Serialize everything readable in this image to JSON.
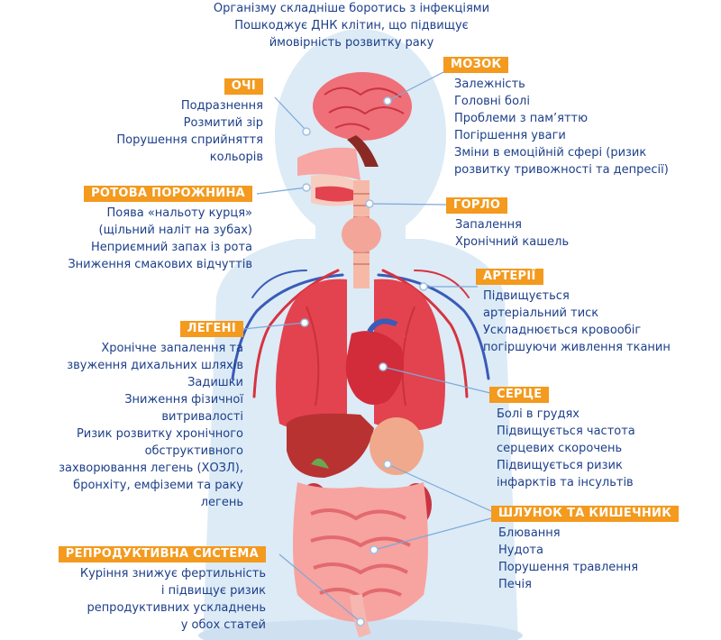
{
  "intro": {
    "lines": [
      "Організму складніше боротись з інфекціями",
      "Пошкоджує ДНК клітин, що підвищує",
      "ймовірність розвитку раку"
    ]
  },
  "colors": {
    "badge": "#f39a1f",
    "text": "#1d3f8a",
    "body_silhouette": "#dcebf6",
    "organ_red": "#e2434f",
    "organ_pink": "#f28b8b",
    "pointer": "#7ea8d8"
  },
  "sections": {
    "eyes": {
      "title": "ОЧІ",
      "lines": [
        "Подразнення",
        "Розмитий зір",
        "Порушення сприйняття",
        "кольорів"
      ]
    },
    "mouth": {
      "title": "РОТОВА ПОРОЖНИНА",
      "lines": [
        "Поява «нальоту курця»",
        "(щільний наліт на зубах)",
        "Неприємний запах із рота",
        "Зниження смакових відчуттів"
      ]
    },
    "lungs": {
      "title": "ЛЕГЕНІ",
      "lines": [
        "Хронічне запалення та",
        "звуження дихальних шляхів",
        "Задишки",
        "Зниження фізичної",
        "витривалості",
        "Ризик розвитку хронічного",
        "обструктивного",
        "захворювання легень (ХОЗЛ),",
        "бронхіту, емфіземи та раку",
        "легень"
      ]
    },
    "reproductive": {
      "title": "РЕПРОДУКТИВНА СИСТЕМА",
      "lines": [
        "Куріння знижує фертильність",
        "і підвищує ризик",
        "репродуктивних ускладнень",
        "у обох статей"
      ]
    },
    "brain": {
      "title": "МОЗОК",
      "lines": [
        "Залежність",
        "Головні болі",
        "Проблеми з пам’яттю",
        "Погіршення уваги",
        "Зміни в емоційній сфері (ризик",
        "розвитку тривожності та депресії)"
      ]
    },
    "throat": {
      "title": "ГОРЛО",
      "lines": [
        "Запалення",
        "Хронічний кашель"
      ]
    },
    "arteries": {
      "title": "АРТЕРІЇ",
      "lines": [
        "Підвищується",
        "артеріальний тиск",
        "Ускладнюється кровообіг",
        "погіршуючи живлення тканин"
      ]
    },
    "heart": {
      "title": "СЕРЦЕ",
      "lines": [
        "Болі в грудях",
        "Підвищується частота",
        "серцевих скорочень",
        "Підвищується ризик",
        "інфарктів та інсультів"
      ]
    },
    "stomach": {
      "title": "ШЛУНОК ТА КИШЕЧНИК",
      "lines": [
        "Блювання",
        "Нудота",
        "Порушення травлення",
        "Печія"
      ]
    }
  }
}
